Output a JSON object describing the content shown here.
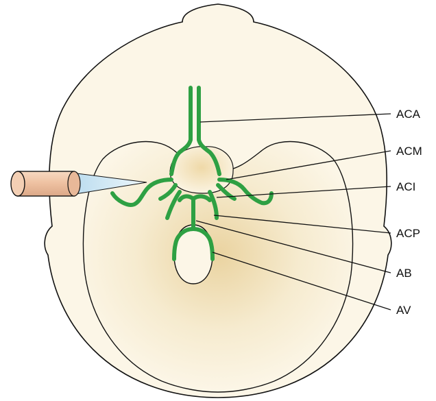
{
  "labels": {
    "aca": "ACA",
    "acm": "ACM",
    "aci": "ACI",
    "acp": "ACP",
    "ab": "AB",
    "av": "AV"
  },
  "colors": {
    "skull_fill": "#fcf6e7",
    "outline": "#111111",
    "vessel": "#2ea043",
    "probe_body": "#f0c7a8",
    "probe_beam": "#cfe6f3",
    "highlight": "#ead3a0"
  },
  "icons": {
    "probe": "transducer-probe",
    "skull": "skull-base-outline"
  }
}
